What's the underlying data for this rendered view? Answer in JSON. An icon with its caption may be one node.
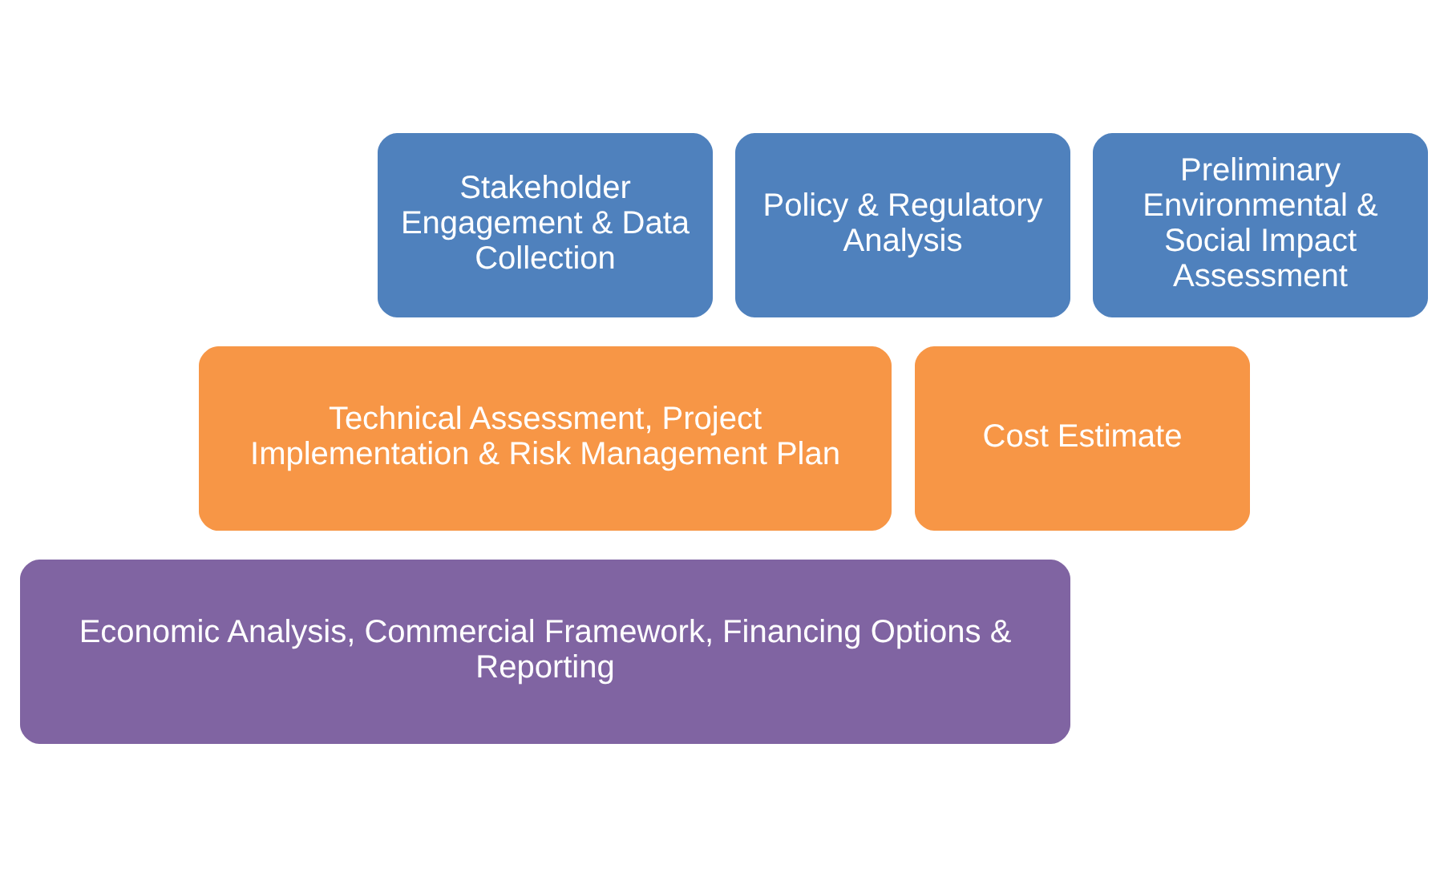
{
  "diagram": {
    "nodes": [
      {
        "text": [
          "Stakeholder Engagement & Data Collection"
        ]
      },
      {
        "text": [
          "Policy & Regulatory Analysis"
        ]
      },
      {
        "text": [
          "Preliminary Environmental & Social Impact Assessment"
        ]
      },
      {
        "text": [
          "Technical Assessment, Project Implementation & Risk Management Plan"
        ]
      },
      {
        "text": [
          "Cost Estimate"
        ]
      },
      {
        "text": [
          "Economic Analysis, Commercial Framework, Financing Options & Reporting"
        ]
      }
    ],
    "edges": []
  }
}
